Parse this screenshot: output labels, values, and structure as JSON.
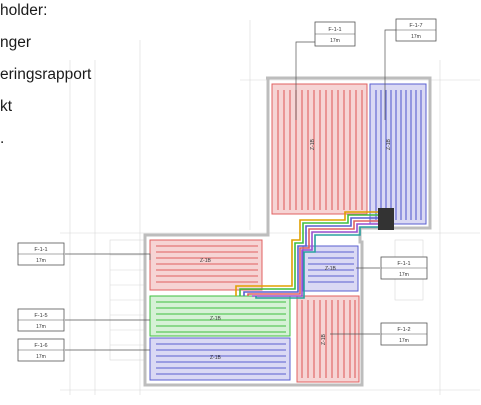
{
  "text_lines": [
    "holder:",
    "nger",
    "eringsrapport",
    "kt",
    "."
  ],
  "zones": [
    {
      "id": "z1",
      "label": "Z-1B",
      "color": "#e06060"
    },
    {
      "id": "z2",
      "label": "Z-1B",
      "color": "#5a5fd0"
    },
    {
      "id": "z3",
      "label": "Z-1B",
      "color": "#e06060"
    },
    {
      "id": "z4",
      "label": "Z-1B",
      "color": "#5a5fd0"
    },
    {
      "id": "z5",
      "label": "Z-1B",
      "color": "#3fbf3f"
    },
    {
      "id": "z6",
      "label": "Z-1B",
      "color": "#5a5fd0"
    },
    {
      "id": "z7",
      "label": "Z-1B",
      "color": "#e06060"
    }
  ],
  "tags": [
    {
      "line1": "F-1-1",
      "line2": "17m"
    },
    {
      "line1": "F-1-7",
      "line2": "17m"
    },
    {
      "line1": "F-1-1",
      "line2": "17m"
    },
    {
      "line1": "F-1-5",
      "line2": "17m"
    },
    {
      "line1": "F-1-6",
      "line2": "17m"
    },
    {
      "line1": "F-1-1",
      "line2": "17m"
    },
    {
      "line1": "F-1-2",
      "line2": "17m"
    }
  ],
  "colors": {
    "red": "#e06060",
    "blue": "#5a5fd0",
    "green": "#3fbf3f",
    "orange": "#e0a000",
    "teal": "#2aa0a0"
  }
}
